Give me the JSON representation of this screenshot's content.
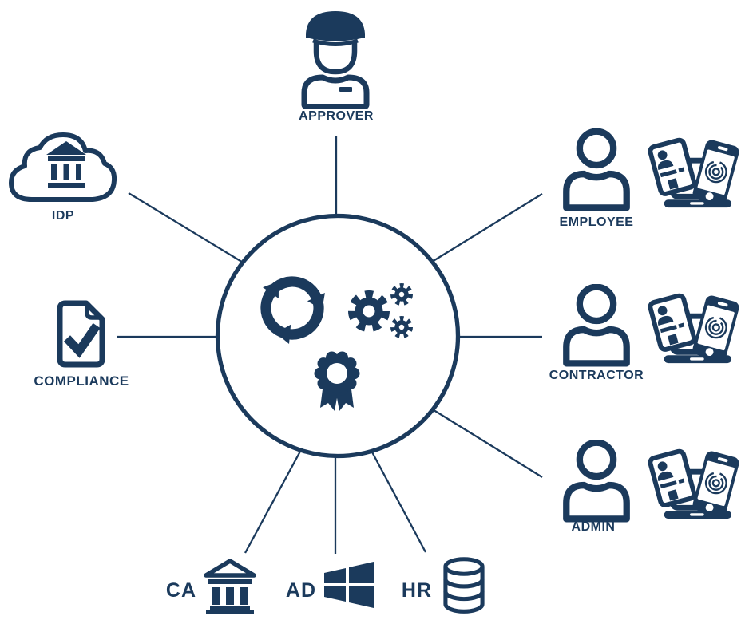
{
  "diagram": {
    "type": "hub-and-spoke identity lifecycle diagram",
    "colors": {
      "accent": "#1b3a5c",
      "background": "#ffffff"
    },
    "hub": {
      "icons": [
        "recycle-arrows-icon",
        "gears-icon",
        "certificate-rosette-icon"
      ]
    },
    "nodes": {
      "approver": {
        "label": "APPROVER",
        "icon": "officer-person-icon"
      },
      "idp": {
        "label": "IDP",
        "icon": "cloud-bank-icon"
      },
      "compliance": {
        "label": "COMPLIANCE",
        "icon": "document-check-icon"
      },
      "ca": {
        "label": "CA",
        "icon": "bank-columns-icon"
      },
      "ad": {
        "label": "AD",
        "icon": "windows-logo-icon"
      },
      "hr": {
        "label": "HR",
        "icon": "database-stack-icon"
      },
      "employee": {
        "label": "EMPLOYEE",
        "icons": [
          "person-icon",
          "id-card-icon",
          "laptop-icon",
          "fingerprint-phone-icon"
        ]
      },
      "contractor": {
        "label": "CONTRACTOR",
        "icons": [
          "person-icon",
          "id-card-icon",
          "laptop-icon",
          "fingerprint-phone-icon"
        ]
      },
      "admin": {
        "label": "ADMIN",
        "icons": [
          "person-icon",
          "id-card-icon",
          "laptop-icon",
          "fingerprint-phone-icon"
        ]
      }
    },
    "connections": [
      [
        "hub",
        "approver"
      ],
      [
        "hub",
        "idp"
      ],
      [
        "hub",
        "compliance"
      ],
      [
        "hub",
        "ca"
      ],
      [
        "hub",
        "ad"
      ],
      [
        "hub",
        "hr"
      ],
      [
        "hub",
        "employee"
      ],
      [
        "hub",
        "contractor"
      ],
      [
        "hub",
        "admin"
      ]
    ]
  }
}
